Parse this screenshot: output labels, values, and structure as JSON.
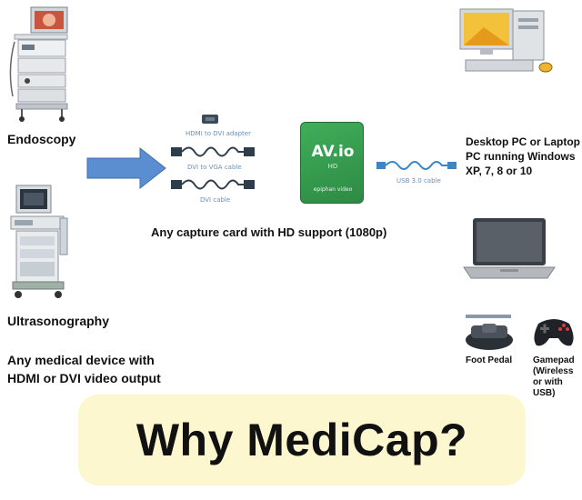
{
  "sources": {
    "endoscopy_label": "Endoscopy",
    "ultrasonography_label": "Ultrasonography",
    "any_device_text": "Any medical device with HDMI or DVI video output"
  },
  "cables": {
    "hdmi_dvi_adapter": "HDMI to DVI adapter",
    "dvi_vga_cable": "DVI to VGA cable",
    "dvi_cable": "DVI cable",
    "usb_cable": "USB 3.0 cable"
  },
  "capture_device": {
    "brand": "AV.io",
    "model": "HD",
    "maker": "epiphan video"
  },
  "capture_caption": "Any capture card with HD support (1080p)",
  "targets": {
    "desktop_text": "Desktop PC or Laptop PC running Windows XP, 7, 8 or 10",
    "foot_pedal_label": "Foot Pedal",
    "gamepad_label": "Gamepad (Wireless or with USB)"
  },
  "banner": {
    "title": "Why MediCap?"
  }
}
